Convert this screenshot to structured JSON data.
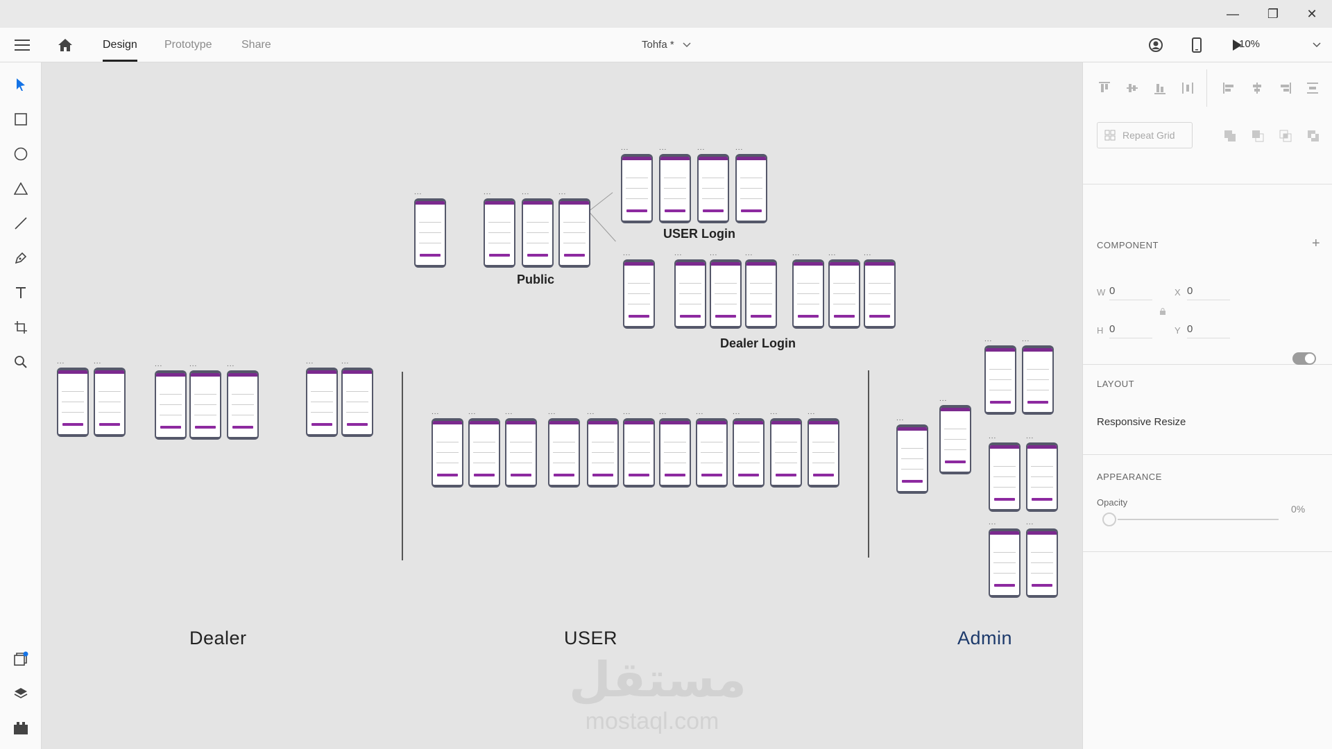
{
  "window": {
    "minimize": "—",
    "restore": "❐",
    "close": "✕"
  },
  "header": {
    "tabs": [
      {
        "label": "Design",
        "active": true
      },
      {
        "label": "Prototype",
        "active": false
      },
      {
        "label": "Share",
        "active": false
      }
    ],
    "doc_title": "Tohfa *",
    "zoom": "10%"
  },
  "canvas": {
    "section_labels": {
      "public": "Public",
      "user_login": "USER Login",
      "dealer_login": "Dealer Login"
    },
    "group_labels": {
      "dealer": "Dealer",
      "user": "USER",
      "admin": "Admin"
    },
    "dots": "...",
    "watermark": {
      "arabic": "مستقل",
      "latin": "mostaql.com"
    }
  },
  "panel": {
    "repeat_grid": "Repeat Grid",
    "component": {
      "title": "COMPONENT",
      "add": "+"
    },
    "transform": {
      "w_label": "W",
      "w": "0",
      "h_label": "H",
      "h": "0",
      "x_label": "X",
      "x": "0",
      "y_label": "Y",
      "y": "0"
    },
    "layout": {
      "title": "LAYOUT",
      "responsive_resize": "Responsive Resize"
    },
    "appearance": {
      "title": "APPEARANCE",
      "opacity_label": "Opacity",
      "opacity": "0%"
    }
  },
  "colors": {
    "accent": "#7b2a8e",
    "canvas": "#e4e4e4",
    "admin_label": "#1d3a6b"
  }
}
